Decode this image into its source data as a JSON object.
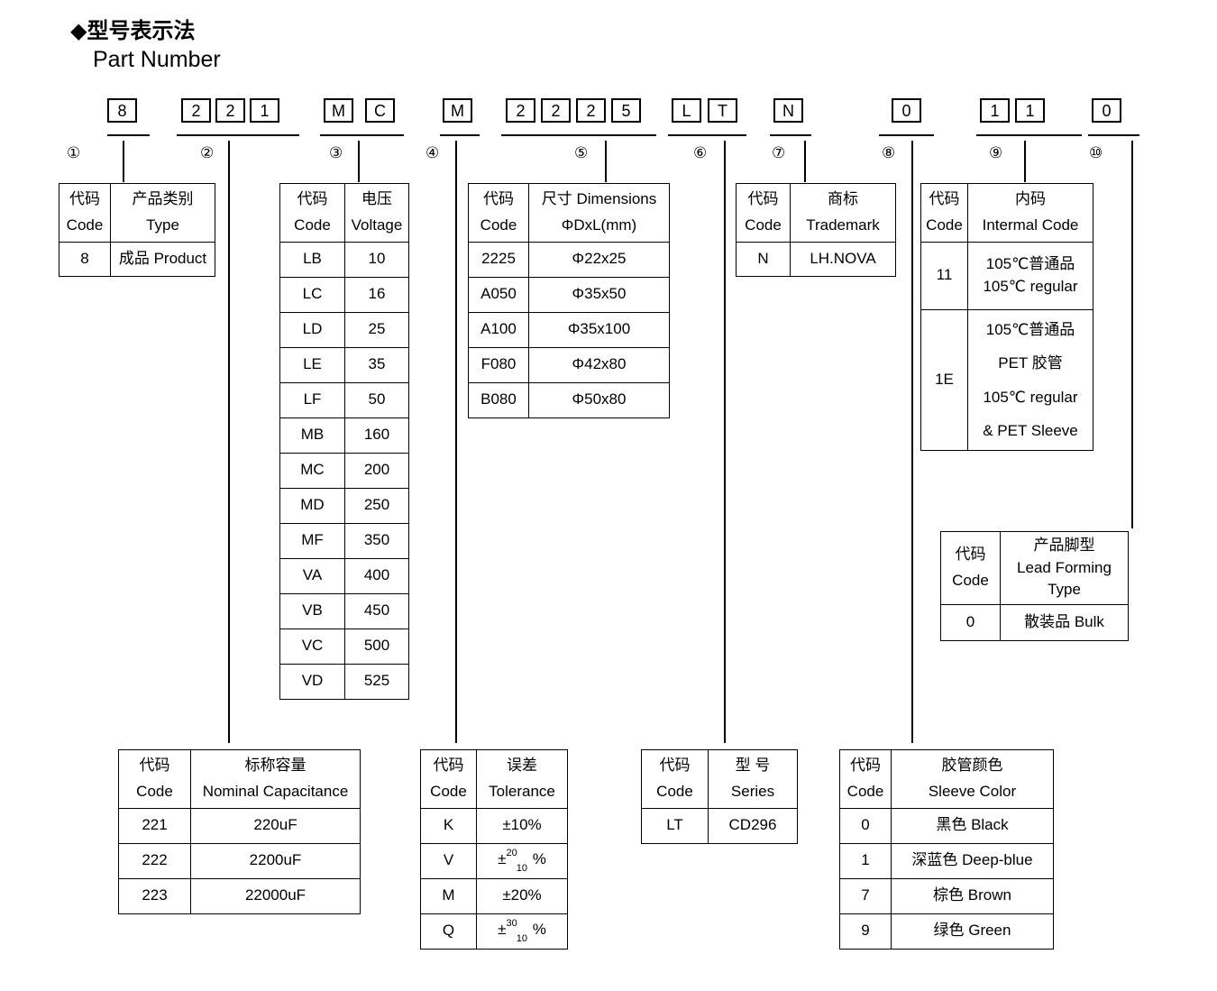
{
  "heading": {
    "cn": "◆型号表示法",
    "en": "Part Number"
  },
  "part_number": {
    "groups": [
      {
        "marker": "①",
        "chars": [
          "8"
        ]
      },
      {
        "marker": "②",
        "chars": [
          "2",
          "2",
          "1"
        ]
      },
      {
        "marker": "③",
        "chars": [
          "M",
          "C"
        ]
      },
      {
        "marker": "④",
        "chars": [
          "M"
        ]
      },
      {
        "marker": "⑤",
        "chars": [
          "2",
          "2",
          "2",
          "5"
        ]
      },
      {
        "marker": "⑥",
        "chars": [
          "L",
          "T"
        ]
      },
      {
        "marker": "⑦",
        "chars": [
          "N"
        ]
      },
      {
        "marker": "⑧",
        "chars": [
          "0"
        ]
      },
      {
        "marker": "⑨",
        "chars": [
          "1",
          "1"
        ]
      },
      {
        "marker": "⑩",
        "chars": [
          "0"
        ]
      }
    ]
  },
  "tables": {
    "type": {
      "headers": [
        {
          "cn": "代码",
          "en": "Code"
        },
        {
          "cn": "产品类别",
          "en": "Type"
        }
      ],
      "rows": [
        {
          "code": "8",
          "value": "成品 Product"
        }
      ]
    },
    "voltage": {
      "headers": [
        {
          "cn": "代码",
          "en": "Code"
        },
        {
          "cn": "电压",
          "en": "Voltage"
        }
      ],
      "rows": [
        {
          "code": "LB",
          "value": "10"
        },
        {
          "code": "LC",
          "value": "16"
        },
        {
          "code": "LD",
          "value": "25"
        },
        {
          "code": "LE",
          "value": "35"
        },
        {
          "code": "LF",
          "value": "50"
        },
        {
          "code": "MB",
          "value": "160"
        },
        {
          "code": "MC",
          "value": "200"
        },
        {
          "code": "MD",
          "value": "250"
        },
        {
          "code": "MF",
          "value": "350"
        },
        {
          "code": "VA",
          "value": "400"
        },
        {
          "code": "VB",
          "value": "450"
        },
        {
          "code": "VC",
          "value": "500"
        },
        {
          "code": "VD",
          "value": "525"
        }
      ]
    },
    "dimensions": {
      "headers": [
        {
          "cn": "代码",
          "en": "Code"
        },
        {
          "cn": "尺寸 Dimensions",
          "en": "ΦDxL(mm)"
        }
      ],
      "rows": [
        {
          "code": "2225",
          "value": "Φ22x25"
        },
        {
          "code": "A050",
          "value": "Φ35x50"
        },
        {
          "code": "A100",
          "value": "Φ35x100"
        },
        {
          "code": "F080",
          "value": "Φ42x80"
        },
        {
          "code": "B080",
          "value": "Φ50x80"
        }
      ]
    },
    "trademark": {
      "headers": [
        {
          "cn": "代码",
          "en": "Code"
        },
        {
          "cn": "商标",
          "en": "Trademark"
        }
      ],
      "rows": [
        {
          "code": "N",
          "value": "LH.NOVA"
        }
      ]
    },
    "internal_code": {
      "headers": [
        {
          "cn": "代码",
          "en": "Code"
        },
        {
          "cn": "内码",
          "en": "Intermal Code"
        }
      ],
      "rows": [
        {
          "code": "11",
          "lines": [
            "105℃普通品",
            "105℃ regular"
          ]
        },
        {
          "code": "1E",
          "lines": [
            "105℃普通品",
            "PET 胶管",
            "105℃ regular",
            "& PET Sleeve"
          ]
        }
      ]
    },
    "lead_forming": {
      "headers": [
        {
          "cn": "代码",
          "en": "Code"
        },
        {
          "cn": "产品脚型",
          "en": "Lead Forming",
          "en2": "Type"
        }
      ],
      "rows": [
        {
          "code": "0",
          "value": "散装品 Bulk"
        }
      ]
    },
    "capacitance": {
      "headers": [
        {
          "cn": "代码",
          "en": "Code"
        },
        {
          "cn": "标称容量",
          "en": "Nominal Capacitance"
        }
      ],
      "rows": [
        {
          "code": "221",
          "value": "220uF"
        },
        {
          "code": "222",
          "value": "2200uF"
        },
        {
          "code": "223",
          "value": "22000uF"
        }
      ]
    },
    "tolerance": {
      "headers": [
        {
          "cn": "代码",
          "en": "Code"
        },
        {
          "cn": "误差",
          "en": "Tolerance"
        }
      ],
      "rows": [
        {
          "code": "K",
          "value": "±10%",
          "kind": "plain"
        },
        {
          "code": "V",
          "value": "",
          "kind": "frac",
          "sign": "±",
          "sup": "20",
          "sub": "10",
          "unit": "%"
        },
        {
          "code": "M",
          "value": "±20%",
          "kind": "plain"
        },
        {
          "code": "Q",
          "value": "",
          "kind": "frac",
          "sign": "±",
          "sup": "30",
          "sub": "10",
          "unit": "%"
        }
      ]
    },
    "series": {
      "headers": [
        {
          "cn": "型 号",
          "en": "Series"
        },
        {
          "cn": "代码",
          "en": "Code"
        }
      ],
      "rows": [
        {
          "code": "LT",
          "value": "CD296"
        }
      ]
    },
    "sleeve_color": {
      "headers": [
        {
          "cn": "代码",
          "en": "Code"
        },
        {
          "cn": "胶管颜色",
          "en": "Sleeve Color"
        }
      ],
      "rows": [
        {
          "code": "0",
          "value": "黑色 Black"
        },
        {
          "code": "1",
          "value": "深蓝色 Deep-blue"
        },
        {
          "code": "7",
          "value": "棕色 Brown"
        },
        {
          "code": "9",
          "value": "绿色 Green"
        }
      ]
    }
  }
}
